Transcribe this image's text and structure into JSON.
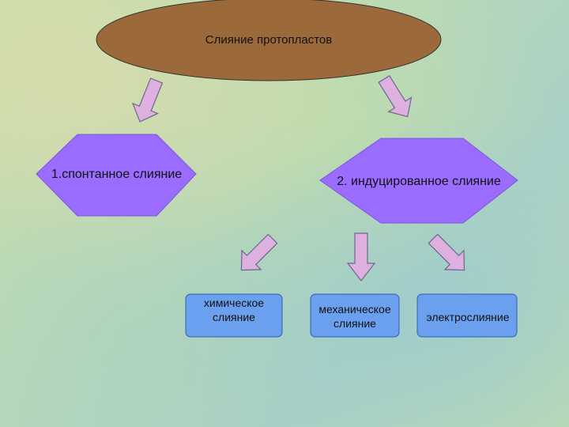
{
  "diagram": {
    "root": {
      "text": "Слияние протопластов",
      "fill": "#9c6a3a"
    },
    "types": [
      {
        "text": "1.спонтанное слияние",
        "fill": "#9a6cff"
      },
      {
        "text": "2. индуцированное слияние",
        "fill": "#9a6cff"
      }
    ],
    "methods": [
      {
        "text": "химическое слияние",
        "fill": "#6aa0ee"
      },
      {
        "text": "механическое слияние",
        "fill": "#6aa0ee"
      },
      {
        "text": "электрослияние",
        "fill": "#6aa0ee"
      }
    ],
    "arrow_fill": "#ddb0df",
    "arrow_stroke": "#6a6a8a"
  }
}
